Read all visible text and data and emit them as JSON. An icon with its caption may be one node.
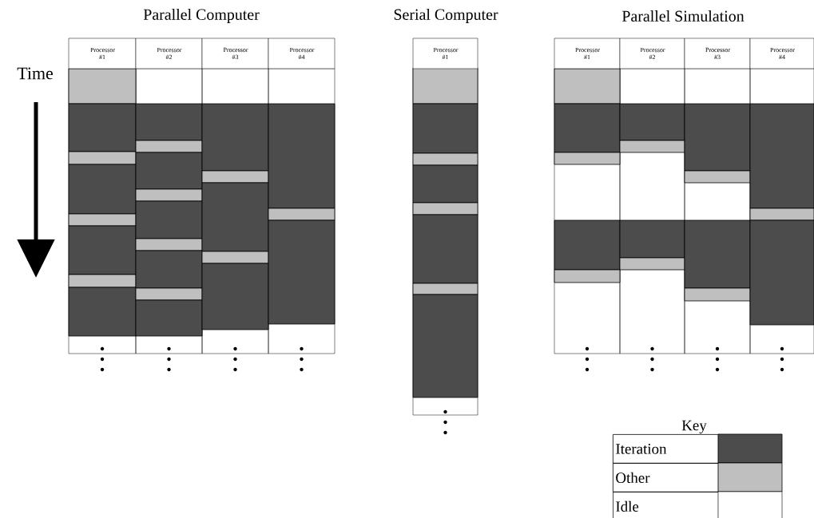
{
  "diagram": {
    "nodes": [
      {
        "text": [
          "Processor #1"
        ]
      },
      {
        "text": [
          "Processor #2"
        ]
      },
      {
        "text": [
          "Processor #3"
        ]
      },
      {
        "text": [
          "Processor #4"
        ]
      },
      {
        "text": [
          "Processor #1"
        ]
      },
      {
        "text": [
          "Processor #1"
        ]
      },
      {
        "text": [
          "Processor #2"
        ]
      },
      {
        "text": [
          "Processor #3"
        ]
      },
      {
        "text": [
          "Processor #4"
        ]
      }
    ],
    "labels": [
      "Parallel Computer",
      "Serial Computer",
      "Parallel Simulation",
      "Time",
      "Key"
    ],
    "legend": [
      {
        "text": "Iteration"
      },
      {
        "text": "Other"
      },
      {
        "text": "Idle"
      }
    ]
  }
}
